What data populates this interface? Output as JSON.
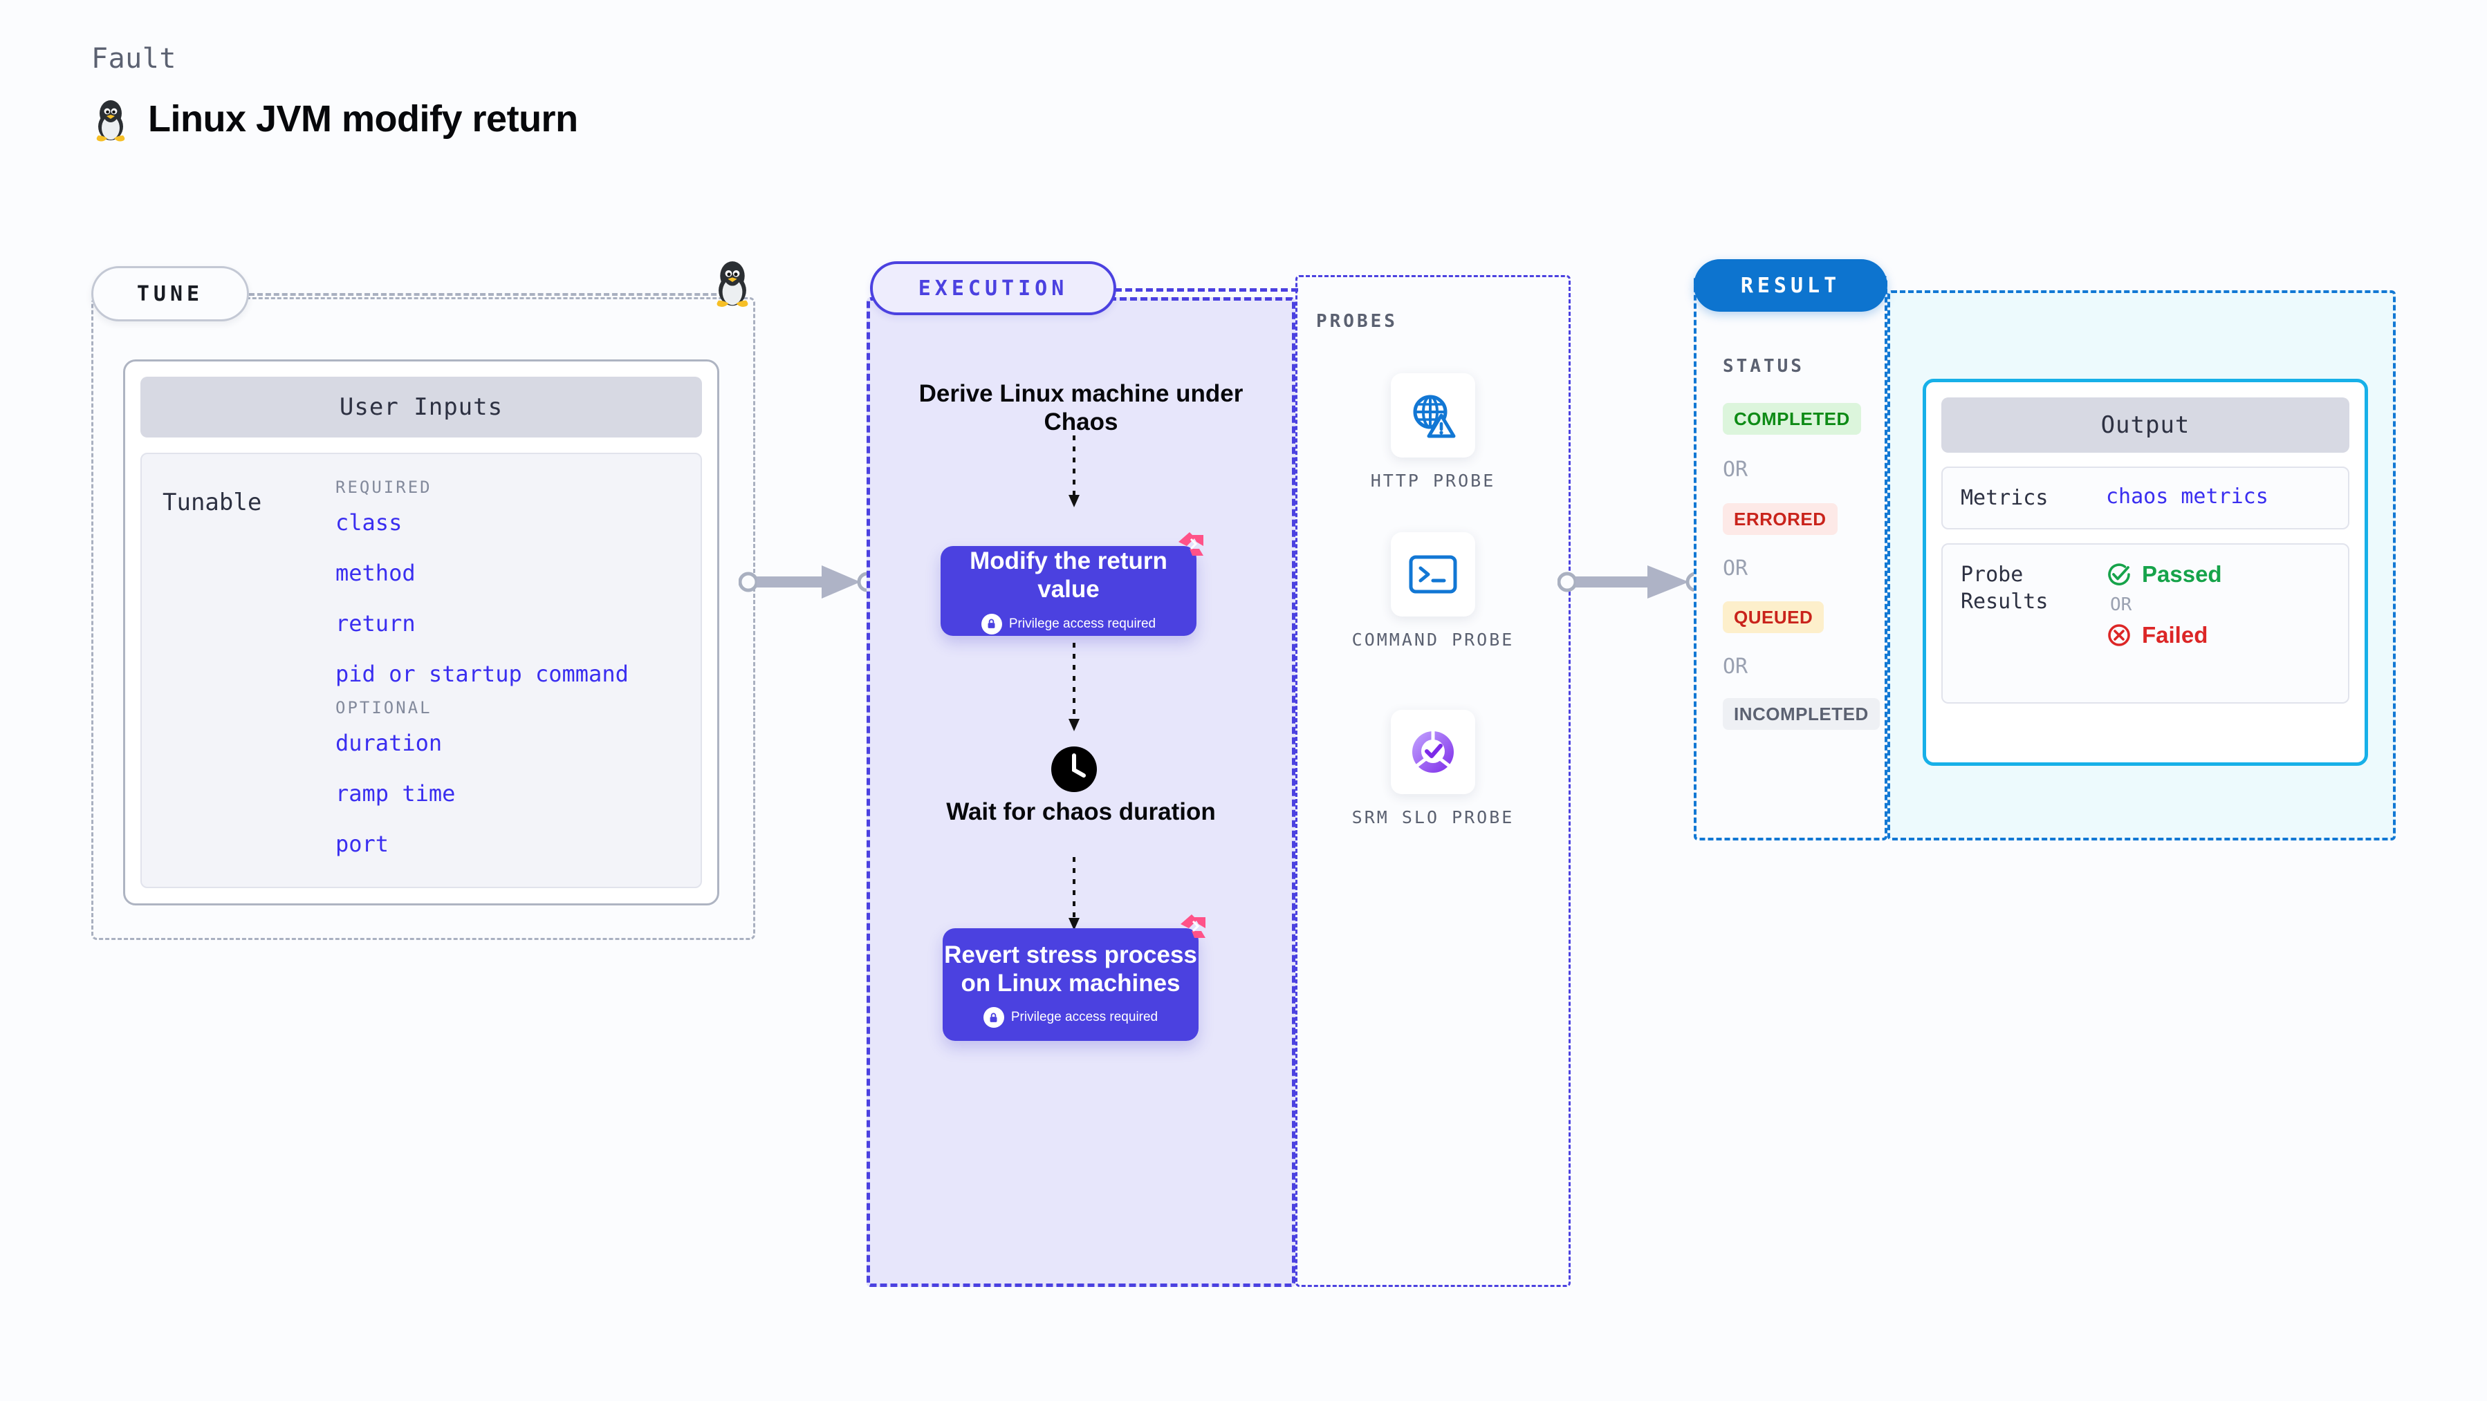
{
  "header": {
    "eyebrow": "Fault",
    "title": "Linux JVM modify return",
    "icon": "linux-penguin-icon"
  },
  "tune": {
    "badge": "TUNE",
    "card_title": "User Inputs",
    "tunable_label": "Tunable",
    "groups": [
      {
        "label": "REQUIRED",
        "fields": [
          "class",
          "method",
          "return",
          "pid or startup command"
        ]
      },
      {
        "label": "OPTIONAL",
        "fields": [
          "duration",
          "ramp time",
          "port"
        ]
      }
    ]
  },
  "execution": {
    "badge": "EXECUTION",
    "step_derive": "Derive Linux machine under Chaos",
    "card_modify": {
      "title": "Modify the return value",
      "privilege": "Privilege access required",
      "lock_icon": "lock-icon",
      "corner_icon": "litmus-logo-icon"
    },
    "step_wait": "Wait for chaos duration",
    "wait_icon": "clock-icon",
    "card_revert": {
      "title": "Revert stress process on Linux machines",
      "privilege": "Privilege access required",
      "lock_icon": "lock-icon",
      "corner_icon": "litmus-logo-icon"
    }
  },
  "probes": {
    "title": "PROBES",
    "items": [
      {
        "label": "HTTP PROBE",
        "icon": "globe-warning-icon"
      },
      {
        "label": "COMMAND PROBE",
        "icon": "terminal-icon"
      },
      {
        "label": "SRM SLO PROBE",
        "icon": "slo-donut-check-icon"
      }
    ]
  },
  "result": {
    "badge": "RESULT",
    "status_title": "STATUS",
    "or_label": "OR",
    "statuses": [
      {
        "label": "COMPLETED",
        "bg": "#dcf5dc",
        "fg": "#0e8b16"
      },
      {
        "label": "ERRORED",
        "bg": "#fde9e7",
        "fg": "#c9231b"
      },
      {
        "label": "QUEUED",
        "bg": "#fdefcb",
        "fg": "#c9231b"
      },
      {
        "label": "INCOMPLETED",
        "bg": "#eef0f4",
        "fg": "#5b6171"
      }
    ]
  },
  "output": {
    "card_title": "Output",
    "metrics_key": "Metrics",
    "metrics_value": "chaos metrics",
    "probe_key": "Probe Results",
    "passed_label": "Passed",
    "passed_icon": "check-circle-icon",
    "or_label": "OR",
    "failed_label": "Failed",
    "failed_icon": "x-circle-icon"
  },
  "connectors": [
    {
      "name": "tune-to-execution"
    },
    {
      "name": "probes-to-result"
    }
  ],
  "colors": {
    "purple": "#4b41e0",
    "blue": "#0d74cf",
    "cyan": "#17b0e8",
    "pink": "#ff5288",
    "green": "#16a34a",
    "red": "#dc2626"
  }
}
